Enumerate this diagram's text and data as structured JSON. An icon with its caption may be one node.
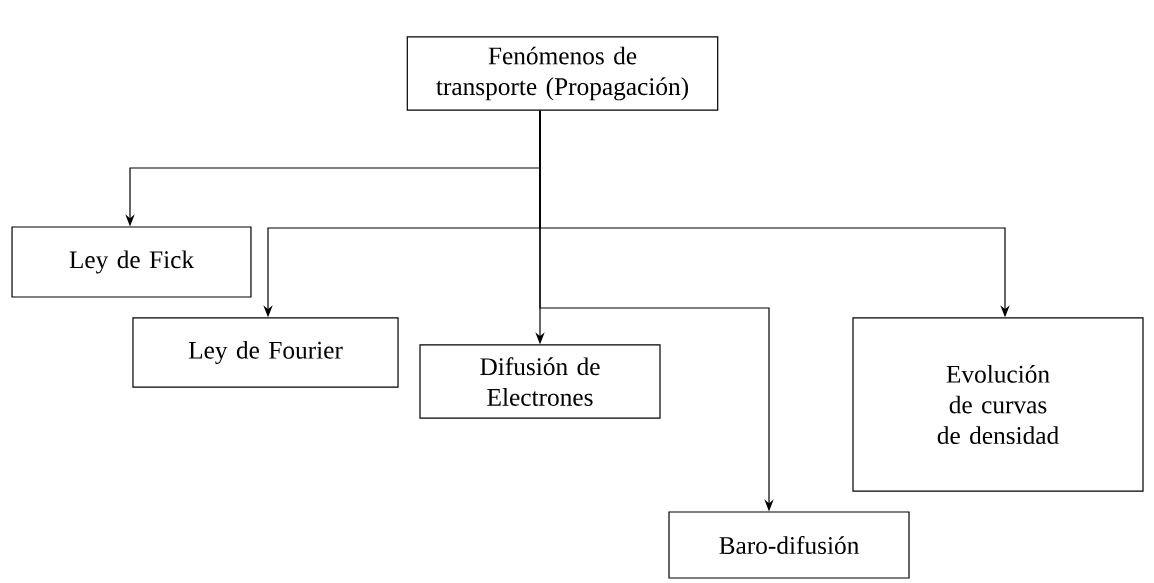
{
  "diagram": {
    "nodes": [
      {
        "text": [
          "Fenómenos de transporte (Propagación)"
        ]
      },
      {
        "text": [
          "Ley de Fick"
        ]
      },
      {
        "text": [
          "Ley de Fourier"
        ]
      },
      {
        "text": [
          "Difusión de Electrones"
        ]
      },
      {
        "text": [
          "Baro-difusión"
        ]
      },
      {
        "text": [
          "Evolución de curvas de densidad"
        ]
      }
    ],
    "edges": [
      {
        "from": 0,
        "to": 1,
        "arrow": "to"
      },
      {
        "from": 0,
        "to": 2,
        "arrow": "to"
      },
      {
        "from": 0,
        "to": 3,
        "arrow": "to"
      },
      {
        "from": 0,
        "to": 4,
        "arrow": "to"
      },
      {
        "from": 0,
        "to": 5,
        "arrow": "to"
      }
    ]
  }
}
